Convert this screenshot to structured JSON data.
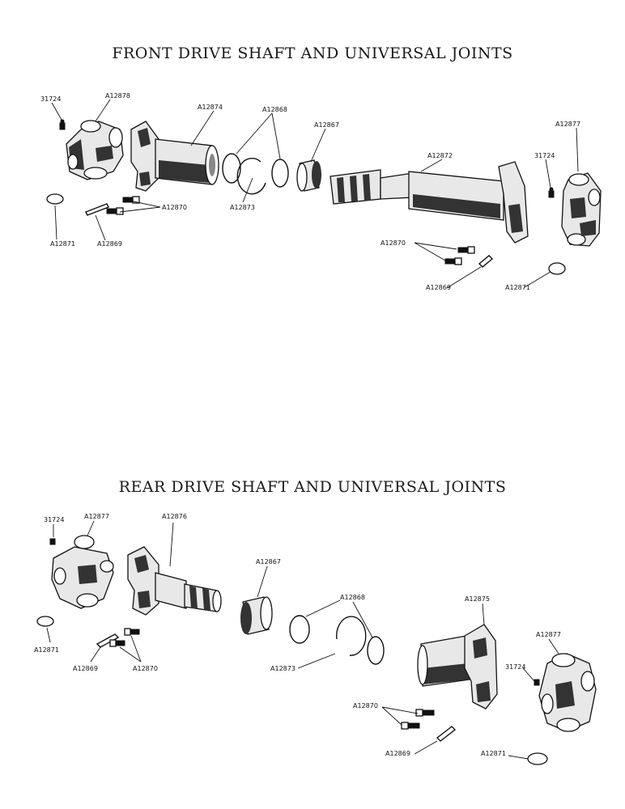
{
  "front": {
    "title": "FRONT DRIVE SHAFT AND UNIVERSAL JOINTS",
    "labels": {
      "l31724_left": "31724",
      "a12878": "A12878",
      "a12874": "A12874",
      "a12868": "A12868",
      "a12867": "A12867",
      "a12872": "A12872",
      "a12877": "A12877",
      "l31724_right": "31724",
      "a12870_left": "A12870",
      "a12873": "A12873",
      "a12871_left": "A12871",
      "a12869_left": "A12869",
      "a12870_right": "A12870",
      "a12869_right": "A12869",
      "a12871_right": "A12871"
    }
  },
  "rear": {
    "title": "REAR DRIVE SHAFT AND UNIVERSAL JOINTS",
    "labels": {
      "l31724_left": "31724",
      "a12877_left": "A12877",
      "a12876": "A12876",
      "a12867": "A12867",
      "a12868": "A12868",
      "a12875": "A12875",
      "a12877_right": "A12877",
      "l31724_right": "31724",
      "a12871_left": "A12871",
      "a12869_left": "A12869",
      "a12870_left": "A12870",
      "a12873": "A12873",
      "a12870_right": "A12870",
      "a12869_right": "A12869",
      "a12871_right": "A12871"
    }
  }
}
